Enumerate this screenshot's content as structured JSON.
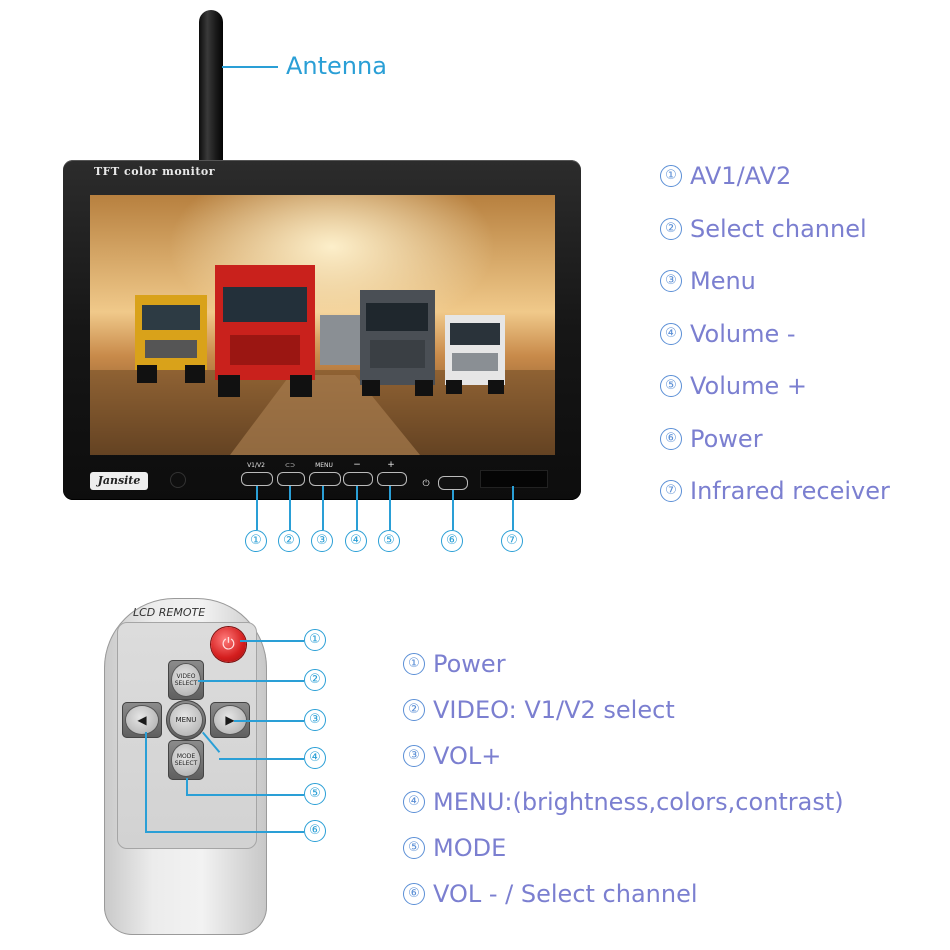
{
  "antenna": {
    "label": "Antenna"
  },
  "monitor": {
    "brand_line": "TFT color monitor",
    "logo": "Jansite",
    "buttons": [
      {
        "id": "1",
        "label": "V1/V2"
      },
      {
        "id": "2",
        "label": "⊂⊃"
      },
      {
        "id": "3",
        "label": "MENU"
      },
      {
        "id": "4",
        "label": "−"
      },
      {
        "id": "5",
        "label": "+"
      },
      {
        "id": "6",
        "label": "⏻"
      }
    ],
    "callouts": [
      "①",
      "②",
      "③",
      "④",
      "⑤",
      "⑥",
      "⑦"
    ]
  },
  "monitor_legend": [
    {
      "num": "①",
      "text": "AV1/AV2"
    },
    {
      "num": "②",
      "text": "Select channel"
    },
    {
      "num": "③",
      "text": "Menu"
    },
    {
      "num": "④",
      "text": "Volume -"
    },
    {
      "num": "⑤",
      "text": "Volume +"
    },
    {
      "num": "⑥",
      "text": "Power"
    },
    {
      "num": "⑦",
      "text": "Infrared receiver"
    }
  ],
  "remote": {
    "title": "LCD REMOTE",
    "power_symbol": "⏻",
    "video_label": "VIDEO SELECT",
    "menu_label": "MENU",
    "mode_label": "MODE SELECT",
    "left_arrow": "◀",
    "right_arrow": "▶",
    "callouts": [
      "①",
      "②",
      "③",
      "④",
      "⑤",
      "⑥"
    ]
  },
  "remote_legend": [
    {
      "num": "①",
      "text": "Power"
    },
    {
      "num": "②",
      "text": "VIDEO: V1/V2 select"
    },
    {
      "num": "③",
      "text": "VOL+"
    },
    {
      "num": "④",
      "text": "MENU:(brightness,colors,contrast)"
    },
    {
      "num": "⑤",
      "text": "MODE"
    },
    {
      "num": "⑥",
      "text": "VOL - / Select channel"
    }
  ],
  "colors": {
    "accent": "#2a9fd6",
    "legend_text": "#7b7fd0",
    "power_red": "#d41e1e"
  }
}
